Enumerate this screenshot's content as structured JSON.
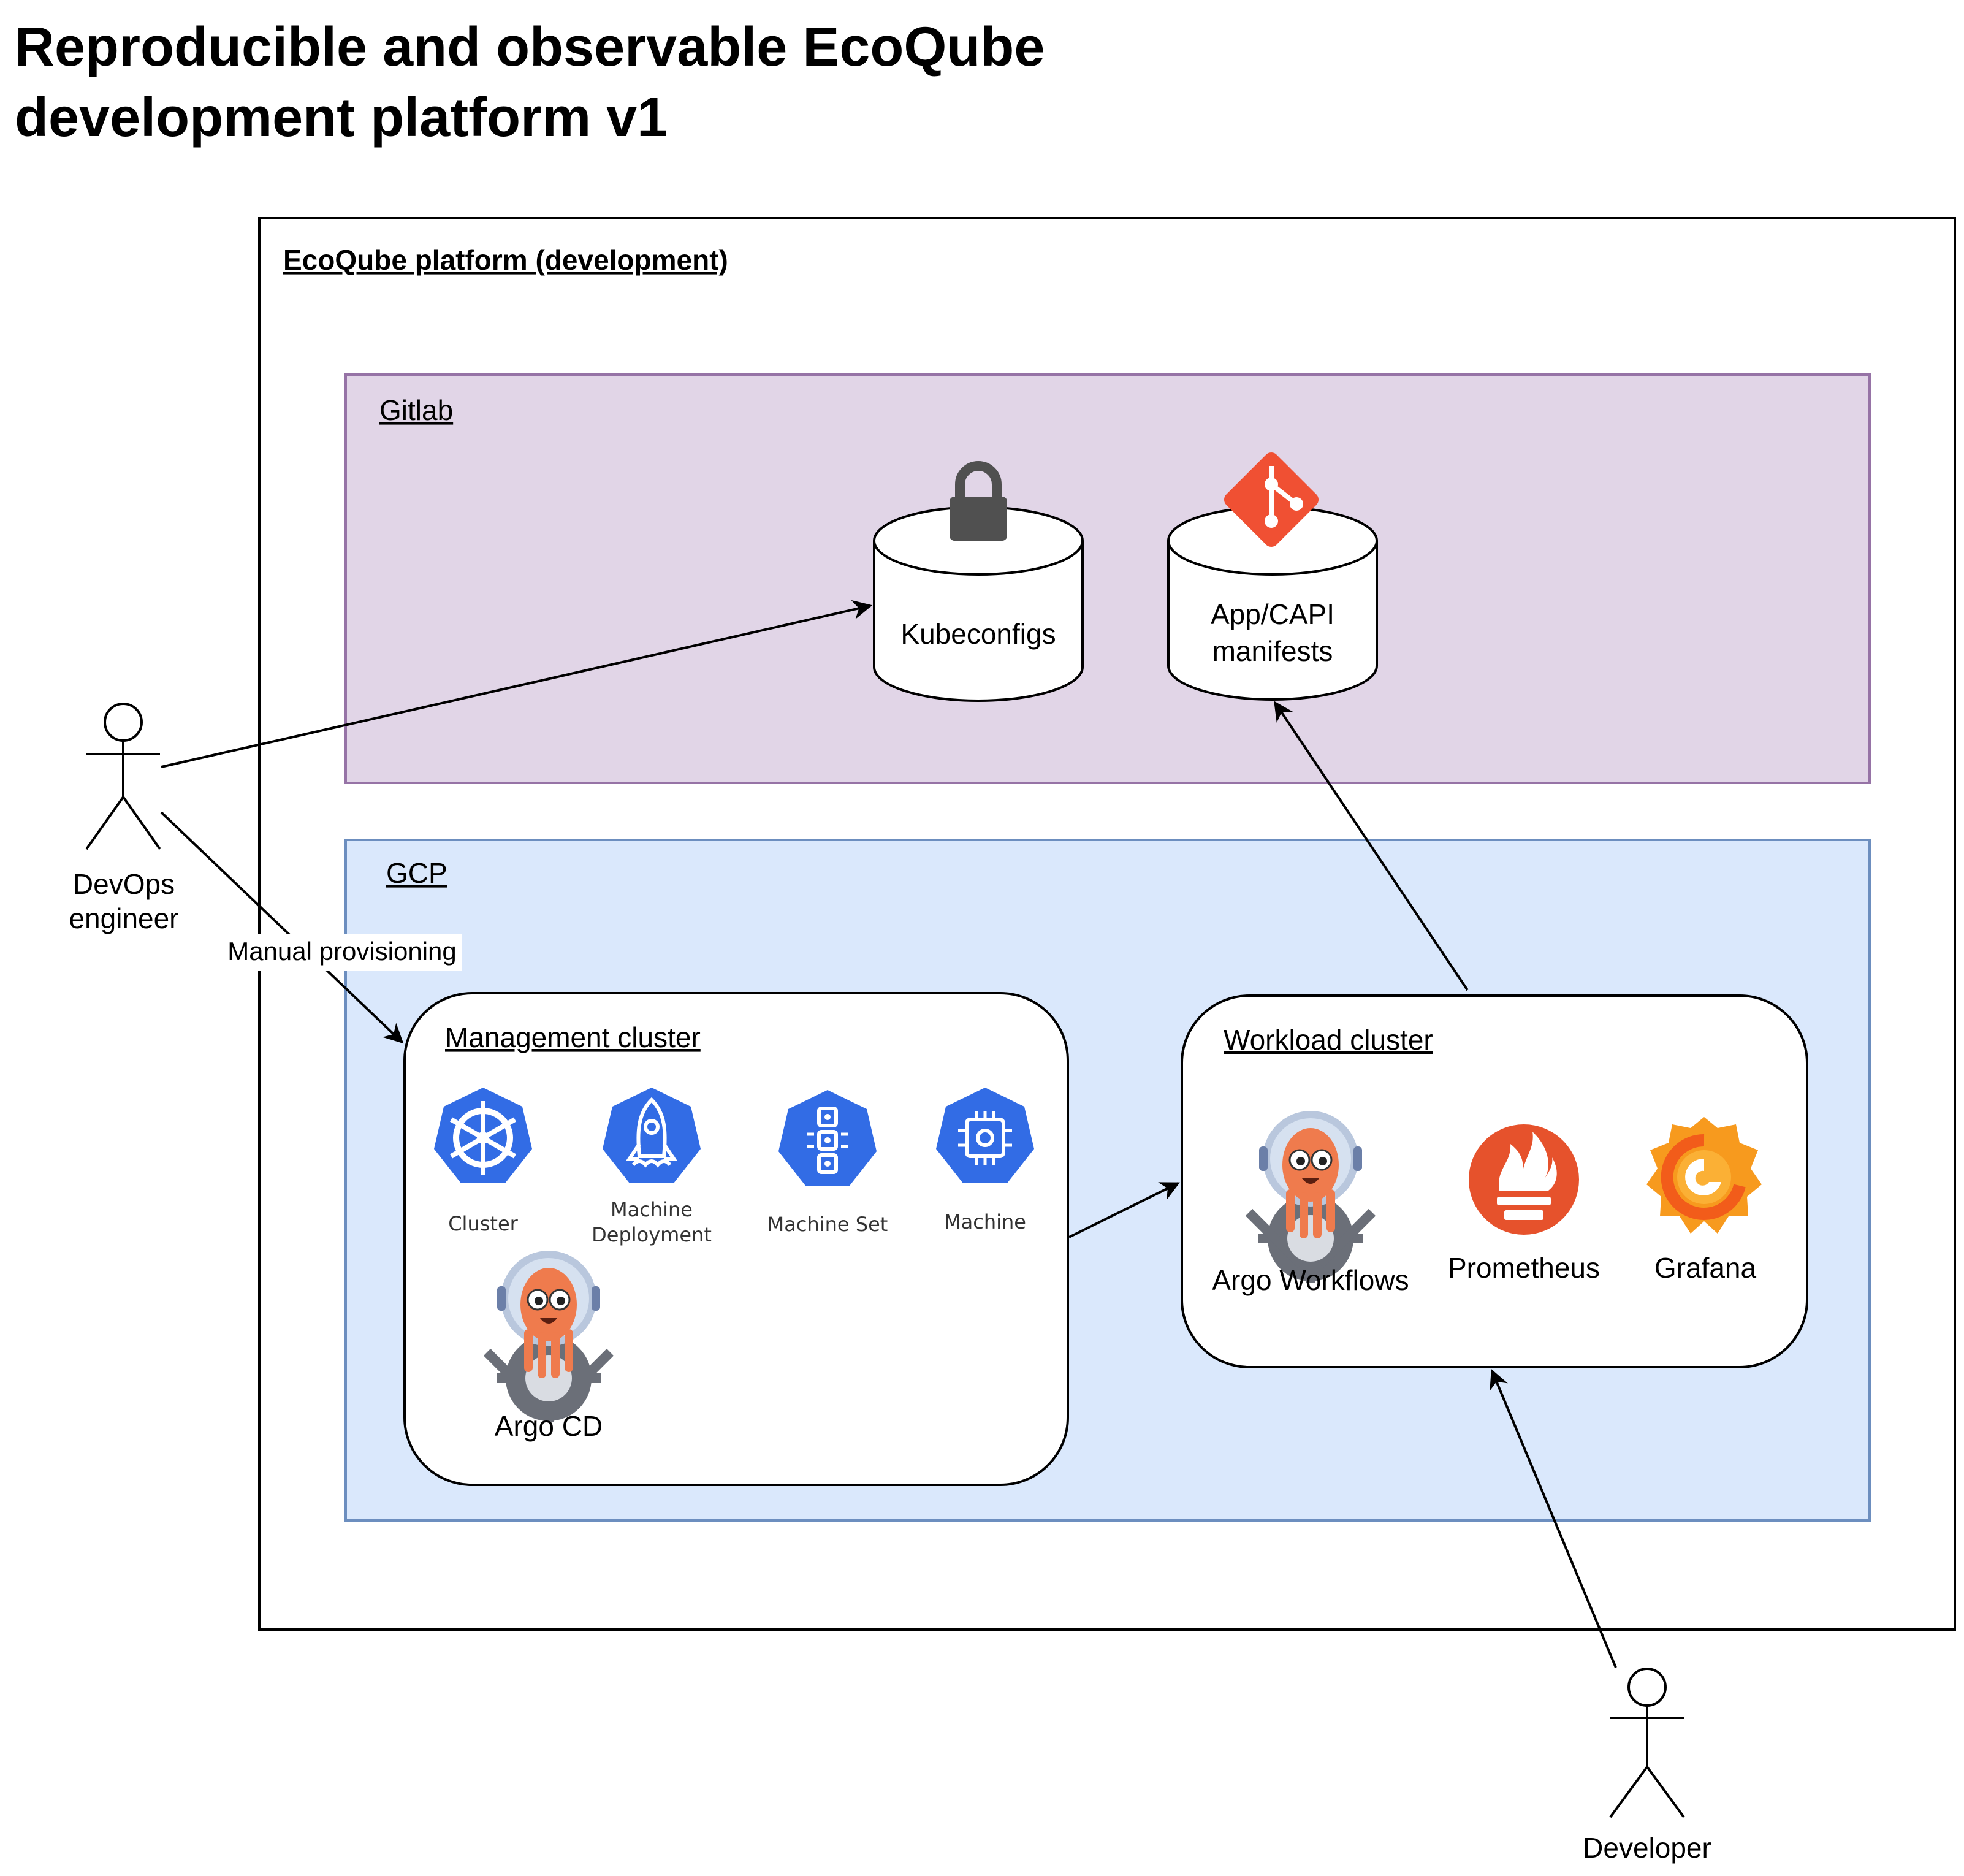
{
  "title": {
    "line1": "Reproducible and observable EcoQube",
    "line2": "development platform v1"
  },
  "platform": {
    "label": "EcoQube platform (development)"
  },
  "gitlab": {
    "label": "Gitlab",
    "kubeconfigs": "Kubeconfigs",
    "manifests_line1": "App/CAPI",
    "manifests_line2": "manifests"
  },
  "gcp": {
    "label": "GCP"
  },
  "management": {
    "label": "Management cluster",
    "cluster": "Cluster",
    "machine_deployment_line1": "Machine",
    "machine_deployment_line2": "Deployment",
    "machine_set": "Machine Set",
    "machine": "Machine",
    "argo_cd": "Argo CD"
  },
  "workload": {
    "label": "Workload cluster",
    "argo_workflows": "Argo Workflows",
    "prometheus": "Prometheus",
    "grafana": "Grafana"
  },
  "actors": {
    "devops_line1": "DevOps",
    "devops_line2": "engineer",
    "developer": "Developer"
  },
  "edges": {
    "manual_provisioning": "Manual provisioning"
  },
  "colors": {
    "gitlab_fill": "#e1d5e7",
    "gitlab_stroke": "#9673a6",
    "gcp_fill": "#dae8fc",
    "gcp_stroke": "#6c8ebf",
    "k8s_blue": "#326ce5",
    "git_orange": "#f05033",
    "prometheus_orange": "#e6522c",
    "argo_orange": "#ef7b4d"
  },
  "icons": [
    "lock-icon",
    "git-icon",
    "kubernetes-icon",
    "rocket-icon",
    "replicaset-icon",
    "chip-icon",
    "argo-icon",
    "prometheus-icon",
    "grafana-icon"
  ]
}
